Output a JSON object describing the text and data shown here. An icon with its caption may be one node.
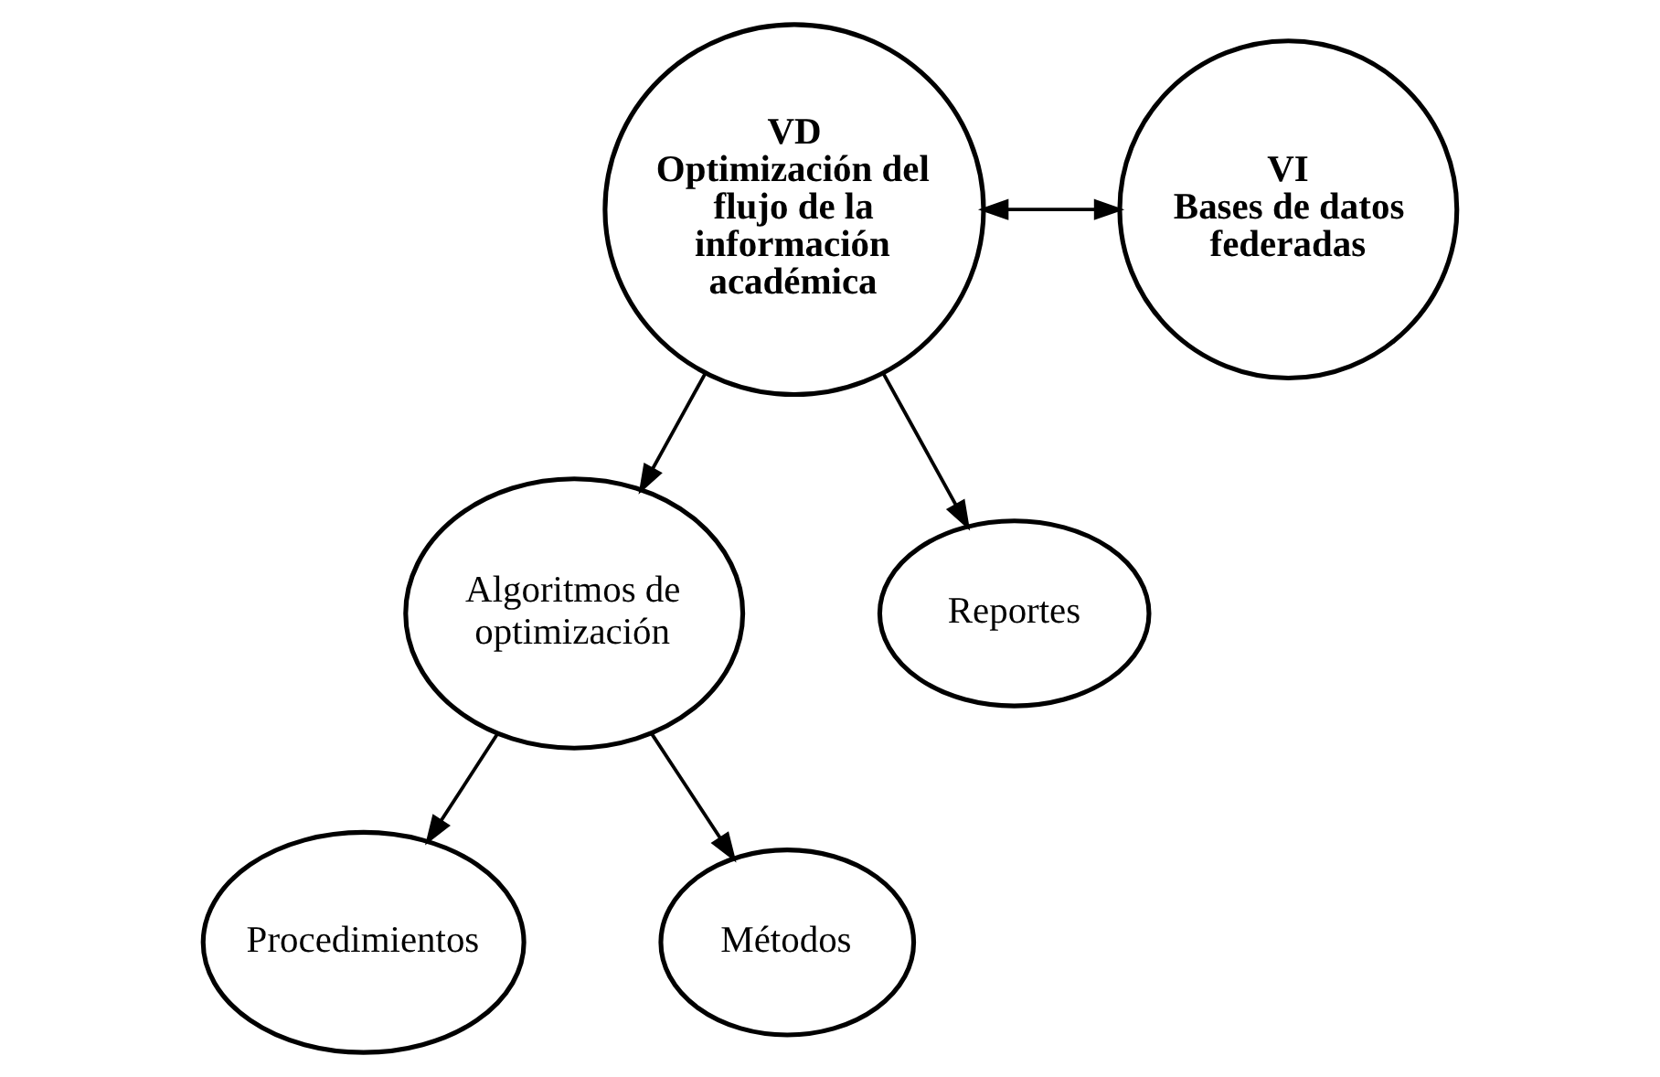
{
  "diagram": {
    "nodes": [
      {
        "text": [
          "VD",
          "Optimización del flujo de la información académica"
        ]
      },
      {
        "text": [
          "VI",
          "Bases de datos federadas"
        ]
      },
      {
        "text": [
          "Algoritmos de optimización"
        ]
      },
      {
        "text": [
          "Reportes"
        ]
      },
      {
        "text": [
          "Procedimientos"
        ]
      },
      {
        "text": [
          "Métodos"
        ]
      }
    ],
    "edges": [
      {
        "from": 0,
        "to": 1,
        "arrow": "both"
      },
      {
        "from": 0,
        "to": 2,
        "arrow": "to"
      },
      {
        "from": 0,
        "to": 3,
        "arrow": "to"
      },
      {
        "from": 2,
        "to": 4,
        "arrow": "to"
      },
      {
        "from": 2,
        "to": 5,
        "arrow": "to"
      }
    ]
  }
}
